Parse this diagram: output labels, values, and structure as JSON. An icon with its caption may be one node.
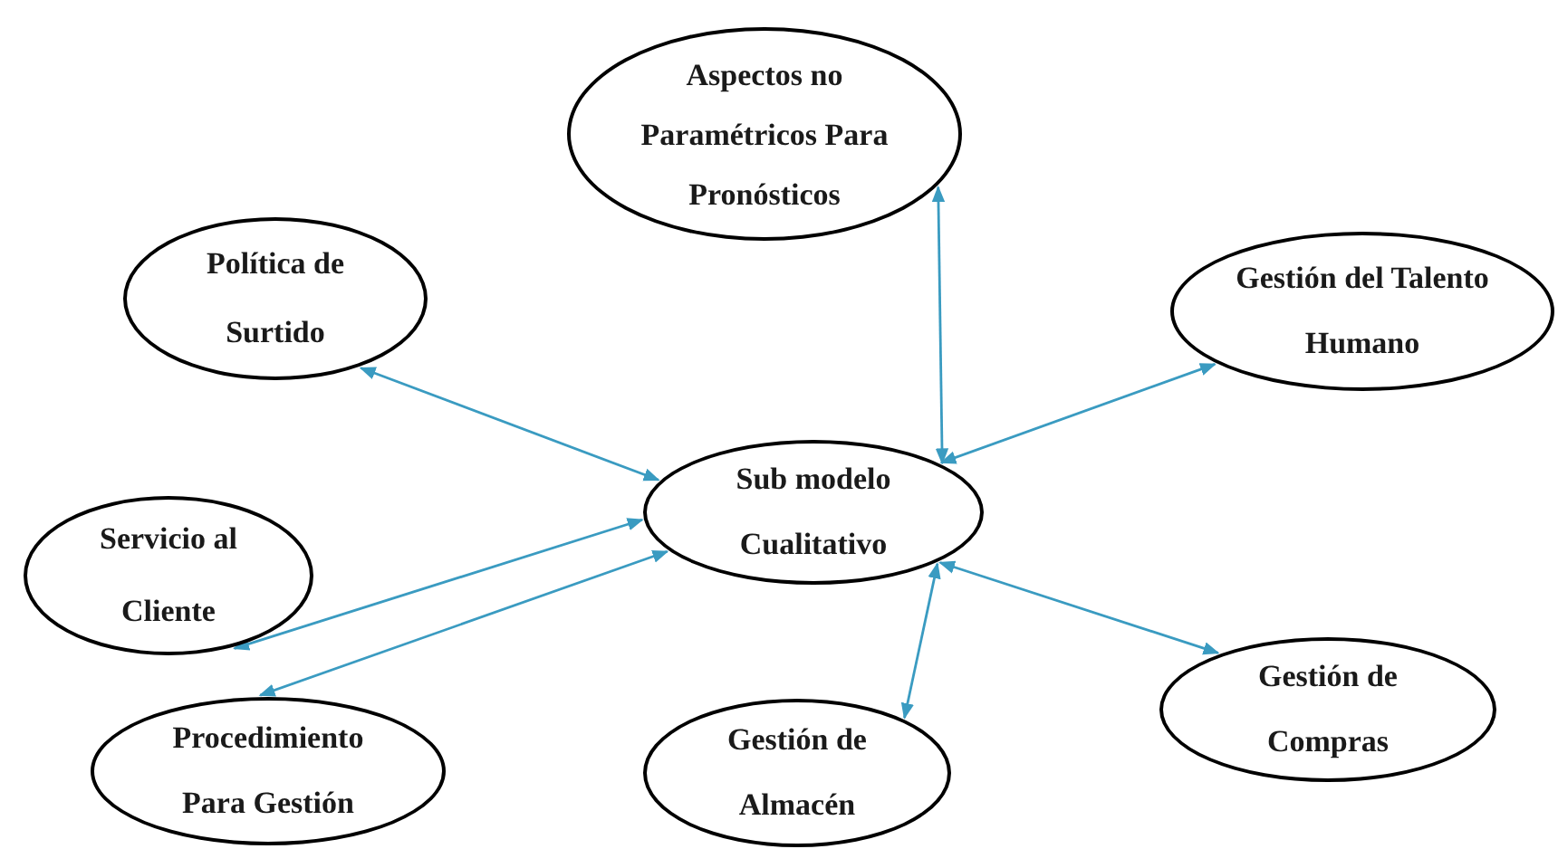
{
  "diagram": {
    "nodes": [
      {
        "text": [
          "Aspectos no Paramétricos Para Pronósticos"
        ]
      },
      {
        "text": [
          "Política de Surtido"
        ]
      },
      {
        "text": [
          "Gestión del Talento Humano"
        ]
      },
      {
        "text": [
          "Sub modelo Cualitativo"
        ]
      },
      {
        "text": [
          "Servicio al Cliente"
        ]
      },
      {
        "text": [
          "Procedimiento Para Gestión"
        ]
      },
      {
        "text": [
          "Gestión de Almacén"
        ]
      },
      {
        "text": [
          "Gestión de Compras"
        ]
      }
    ],
    "edges": [
      {
        "from": 0,
        "to": 3,
        "arrow": "both"
      },
      {
        "from": 1,
        "to": 3,
        "arrow": "both"
      },
      {
        "from": 2,
        "to": 3,
        "arrow": "both"
      },
      {
        "from": 4,
        "to": 3,
        "arrow": "both"
      },
      {
        "from": 5,
        "to": 3,
        "arrow": "both"
      },
      {
        "from": 6,
        "to": 3,
        "arrow": "both"
      },
      {
        "from": 7,
        "to": 3,
        "arrow": "both"
      }
    ]
  }
}
